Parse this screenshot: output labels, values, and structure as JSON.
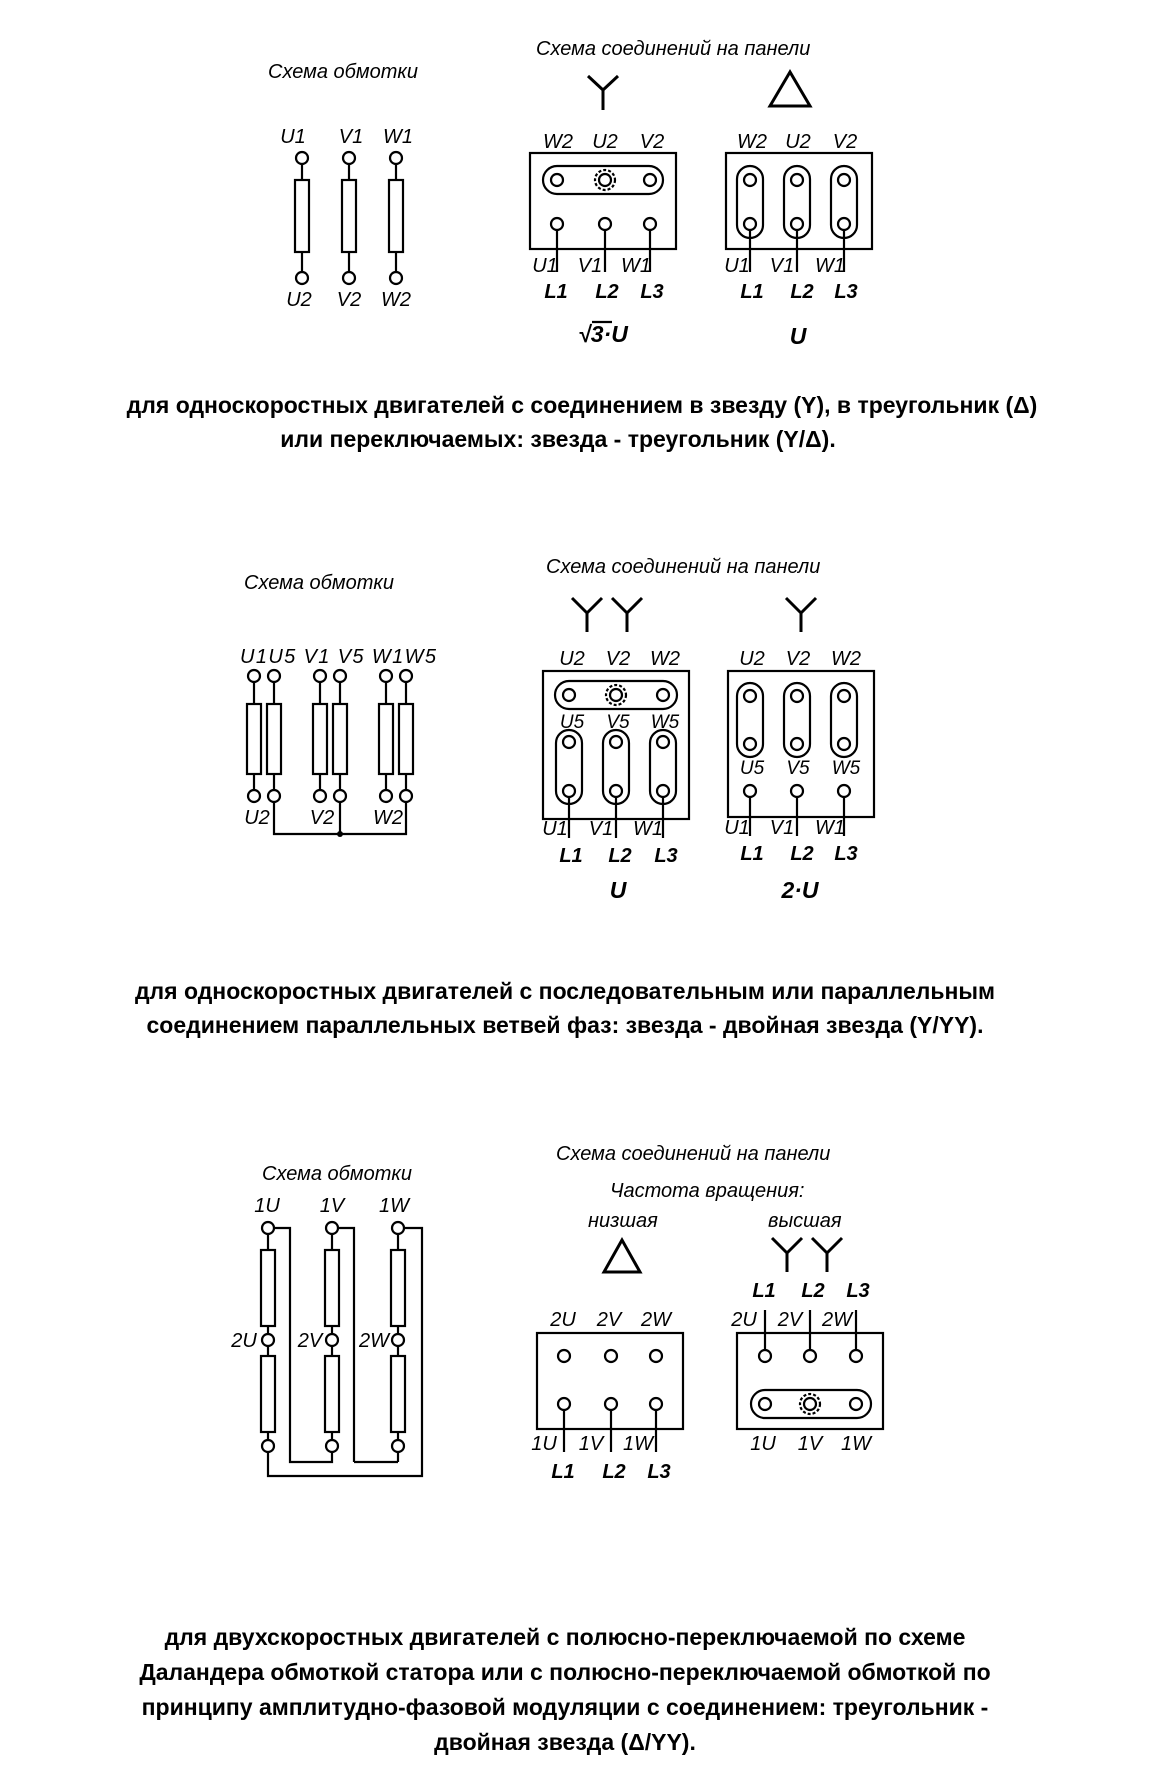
{
  "section1": {
    "winding_title": "Схема обмотки",
    "panel_title": "Схема соединений на панели",
    "winding_top": [
      "U1",
      "V1",
      "W1"
    ],
    "winding_bottom": [
      "U2",
      "V2",
      "W2"
    ],
    "star_panel": {
      "symbol": "Y",
      "top": [
        "W2",
        "U2",
        "V2"
      ],
      "bottom": [
        "U1",
        "V1",
        "W1"
      ],
      "lines": [
        "L1",
        "L2",
        "L3"
      ],
      "voltage_prefix": "√3",
      "voltage_suffix": "·U"
    },
    "delta_panel": {
      "symbol": "Δ",
      "top": [
        "W2",
        "U2",
        "V2"
      ],
      "bottom": [
        "U1",
        "V1",
        "W1"
      ],
      "lines": [
        "L1",
        "L2",
        "L3"
      ],
      "voltage": "U"
    },
    "caption": [
      "для односкоростных двигателей с соединением в звезду (Y), в треугольник (Δ)",
      "или переключаемых:  звезда - треугольник (Y/Δ)."
    ]
  },
  "section2": {
    "winding_title": "Схема обмотки",
    "panel_title": "Схема соединений на панели",
    "winding_top": "U1U5 V1 V5 W1W5",
    "winding_bottom": [
      "U2",
      "V2",
      "W2"
    ],
    "yy_panel": {
      "symbol": "YY",
      "top": [
        "U2",
        "V2",
        "W2"
      ],
      "middle": [
        "U5",
        "V5",
        "W5"
      ],
      "bottom": [
        "U1",
        "V1",
        "W1"
      ],
      "lines": [
        "L1",
        "L2",
        "L3"
      ],
      "voltage": "U"
    },
    "y_panel": {
      "symbol": "Y",
      "top": [
        "U2",
        "V2",
        "W2"
      ],
      "middle": [
        "U5",
        "V5",
        "W5"
      ],
      "bottom": [
        "U1",
        "V1",
        "W1"
      ],
      "lines": [
        "L1",
        "L2",
        "L3"
      ],
      "voltage": "2·U"
    },
    "caption": [
      "для односкоростных двигателей с последовательным или параллельным",
      "соединением параллельных ветвей фаз: звезда - двойная звезда (Y/YY)."
    ]
  },
  "section3": {
    "winding_title": "Схема обмотки",
    "panel_title": "Схема соединений на панели",
    "speed_title": "Частота вращения:",
    "low_label": "низшая",
    "high_label": "высшая",
    "winding_top": [
      "1U",
      "1V",
      "1W"
    ],
    "winding_mid": [
      "2U",
      "2V",
      "2W"
    ],
    "low_panel": {
      "symbol": "Δ",
      "top": [
        "2U",
        "2V",
        "2W"
      ],
      "bottom": [
        "1U",
        "1V",
        "1W"
      ],
      "lines": [
        "L1",
        "L2",
        "L3"
      ]
    },
    "high_panel": {
      "symbol": "YY",
      "lines": [
        "L1",
        "L2",
        "L3"
      ],
      "top": [
        "2U",
        "2V",
        "2W"
      ],
      "bottom": [
        "1U",
        "1V",
        "1W"
      ]
    },
    "caption": [
      "для  двухскоростных  двигателей  с   полюсно-переключаемой по схеме",
      "Даландера обмоткой статора или с полюсно-переключаемой обмоткой по",
      "принципу амплитудно-фазовой модуляции с соединением: треугольник -",
      "двойная звезда (Δ/YY)."
    ]
  }
}
